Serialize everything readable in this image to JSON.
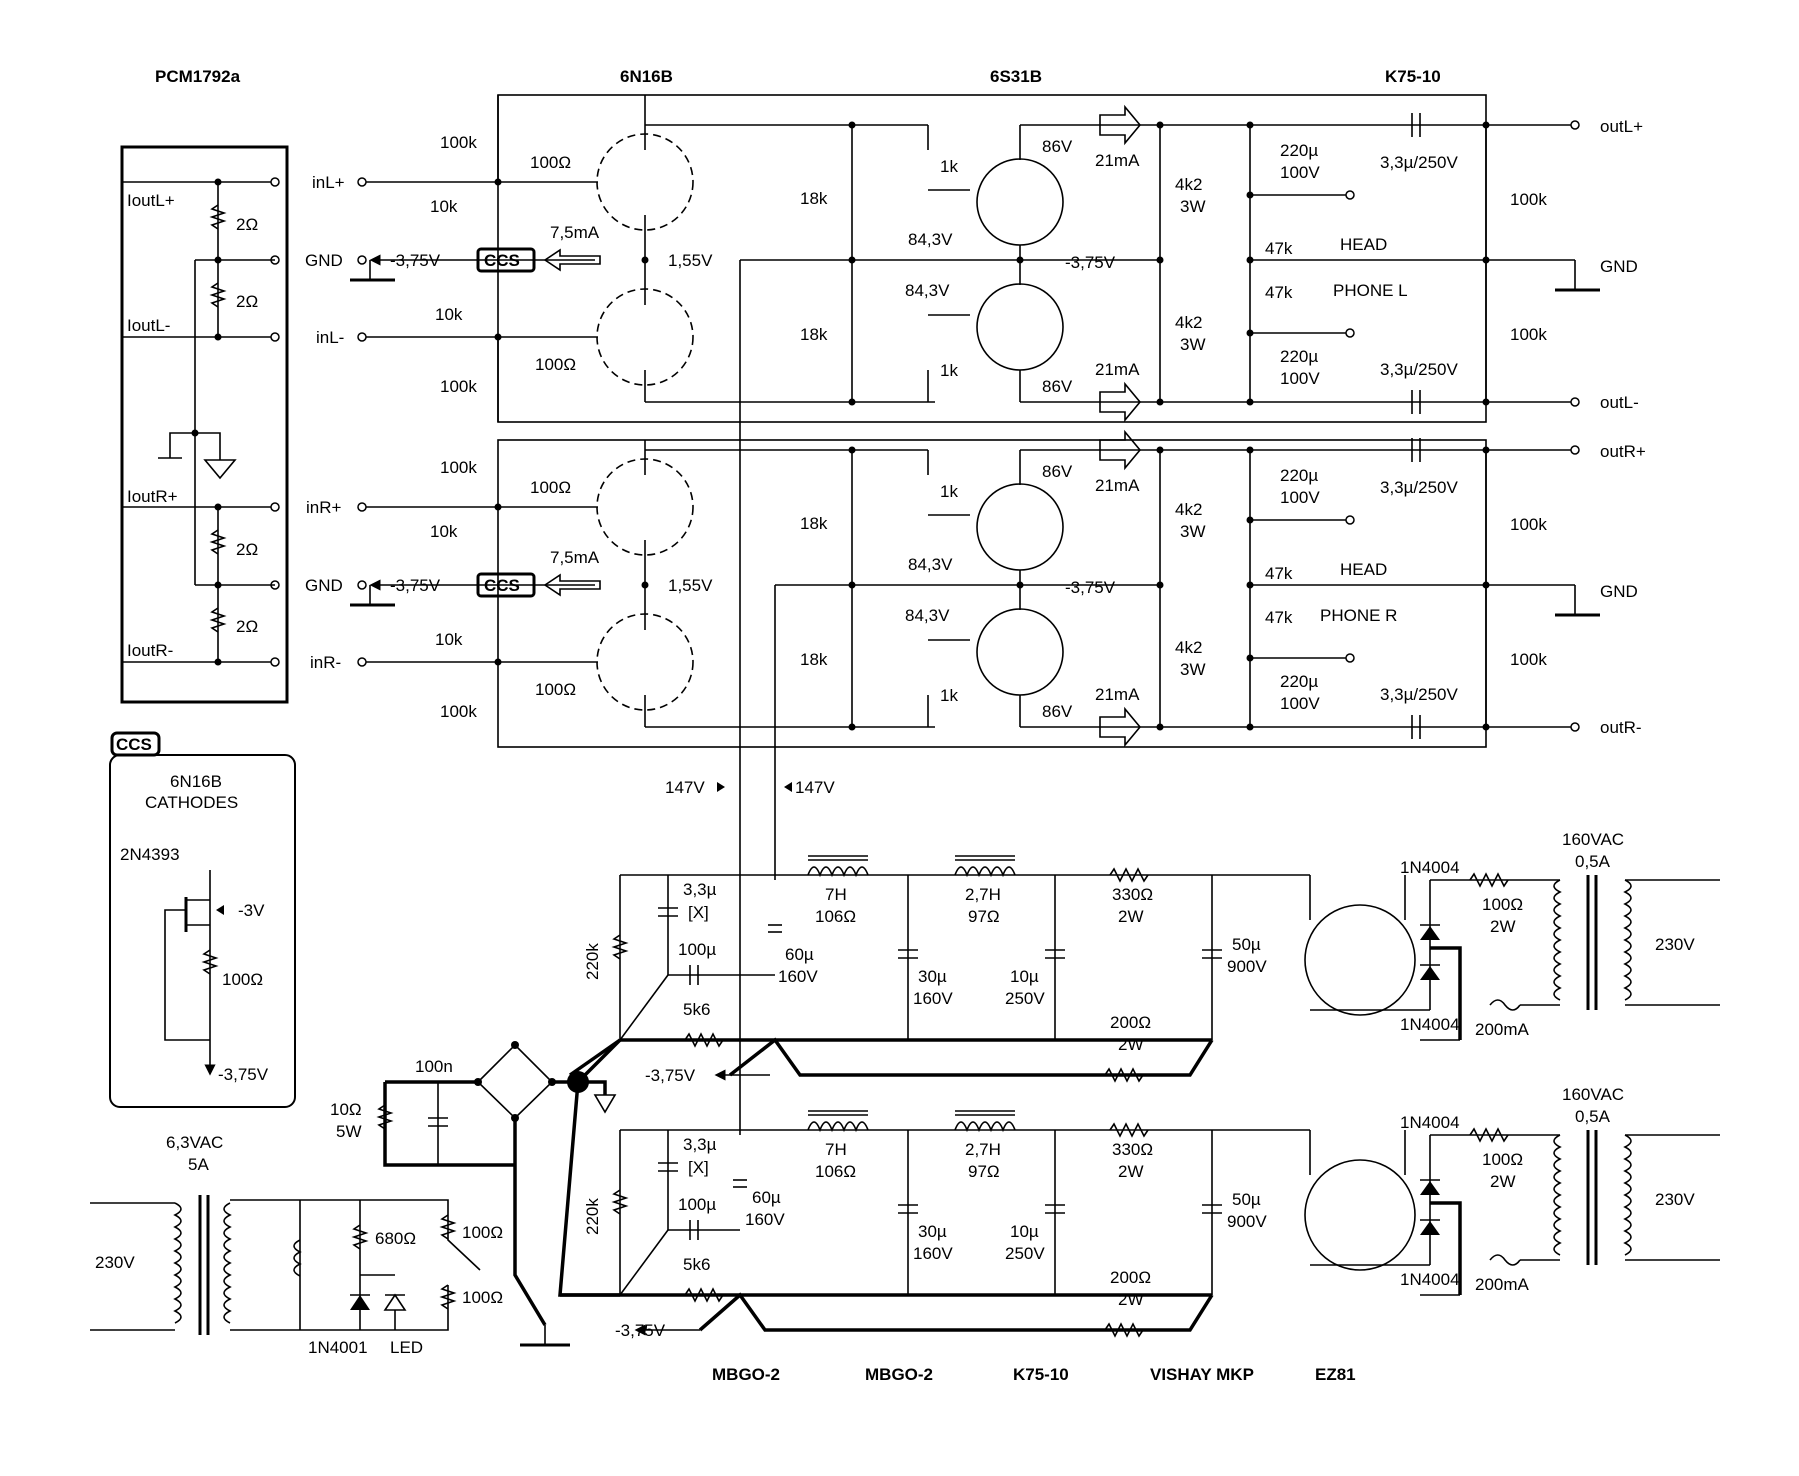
{
  "headers": {
    "dac": "PCM1792a",
    "input_tube": "6N16B",
    "output_tube": "6S31B",
    "output_cap": "K75-10",
    "footer_choke1": "MBGO-2",
    "footer_choke2": "MBGO-2",
    "footer_cap": "K75-10",
    "footer_film": "VISHAY MKP",
    "footer_rect": "EZ81"
  },
  "dac_box": {
    "ioutL_plus": "IoutL+",
    "ioutL_minus": "IoutL-",
    "ioutR_plus": "IoutR+",
    "ioutR_minus": "IoutR-",
    "r1": "2Ω",
    "r2": "2Ω",
    "r3": "2Ω",
    "r4": "2Ω"
  },
  "ccs_box": {
    "tag": "CCS",
    "title1": "6N16B",
    "title2": "CATHODES",
    "jfet": "2N4393",
    "gate_v": "-3V",
    "res": "100Ω",
    "out_v": "-3,75V"
  },
  "channels": [
    {
      "in_plus": "inL+",
      "in_minus": "inL-",
      "gnd": "GND",
      "neg_v": "-3,75V",
      "ccs": "CCS",
      "ccs_current": "7,5mA",
      "cath_v": "1,55V",
      "r_grid_top": "100k",
      "r_grid_bot": "100k",
      "r_ser_top": "10k",
      "r_ser_bot": "10k",
      "r_stop_top": "100Ω",
      "r_stop_bot": "100Ω",
      "r_anode_top": "18k",
      "r_anode_bot": "18k",
      "r_g2_top": "1k",
      "r_g2_bot": "1k",
      "g2_v_top": "84,3V",
      "g2_v_bot": "84,3V",
      "plate_v_top": "86V",
      "plate_v_bot": "86V",
      "i_top": "21mA",
      "i_bot": "21mA",
      "neg_v2": "-3,75V",
      "r_load_top": "4k2",
      "r_load_top_w": "3W",
      "r_load_bot": "4k2",
      "r_load_bot_w": "3W",
      "c_el_top": "220µ",
      "c_el_top_v": "100V",
      "c_el_bot": "220µ",
      "c_el_bot_v": "100V",
      "r_head_top": "47k",
      "r_head_bot": "47k",
      "head": "HEAD",
      "phone": "PHONE L",
      "c_out_top": "3,3µ/250V",
      "c_out_bot": "3,3µ/250V",
      "r_out_top": "100k",
      "r_out_bot": "100k",
      "out_plus": "outL+",
      "out_minus": "outL-",
      "gnd_out": "GND"
    },
    {
      "in_plus": "inR+",
      "in_minus": "inR-",
      "gnd": "GND",
      "neg_v": "-3,75V",
      "ccs": "CCS",
      "ccs_current": "7,5mA",
      "cath_v": "1,55V",
      "r_grid_top": "100k",
      "r_grid_bot": "100k",
      "r_ser_top": "10k",
      "r_ser_bot": "10k",
      "r_stop_top": "100Ω",
      "r_stop_bot": "100Ω",
      "r_anode_top": "18k",
      "r_anode_bot": "18k",
      "r_g2_top": "1k",
      "r_g2_bot": "1k",
      "g2_v_top": "84,3V",
      "g2_v_bot": "84,3V",
      "plate_v_top": "86V",
      "plate_v_bot": "86V",
      "i_top": "21mA",
      "i_bot": "21mA",
      "neg_v2": "-3,75V",
      "r_load_top": "4k2",
      "r_load_top_w": "3W",
      "r_load_bot": "4k2",
      "r_load_bot_w": "3W",
      "c_el_top": "220µ",
      "c_el_top_v": "100V",
      "c_el_bot": "220µ",
      "c_el_bot_v": "100V",
      "r_head_top": "47k",
      "r_head_bot": "47k",
      "head": "HEAD",
      "phone": "PHONE R",
      "c_out_top": "3,3µ/250V",
      "c_out_bot": "3,3µ/250V",
      "r_out_top": "100k",
      "r_out_bot": "100k",
      "out_plus": "outR+",
      "out_minus": "outR-",
      "gnd_out": "GND"
    }
  ],
  "b_plus": {
    "left": "147V",
    "right": "147V"
  },
  "psus": [
    {
      "r_bleed": "220k",
      "c_x": "3,3µ",
      "c_x_type": "[X]",
      "c_100u": "100µ",
      "r_5k6": "5k6",
      "c_60u": "60µ",
      "c_60u_v": "160V",
      "l1": "7H",
      "l1_r": "106Ω",
      "l2": "2,7H",
      "l2_r": "97Ω",
      "c_30u": "30µ",
      "c_30u_v": "160V",
      "c_10u": "10µ",
      "c_10u_v": "250V",
      "r_330": "330Ω",
      "r_330_w": "2W",
      "c_50u": "50µ",
      "c_50u_v": "900V",
      "r_200": "200Ω",
      "r_200_w": "2W",
      "d_top": "1N4004",
      "d_bot": "1N4004",
      "r_100": "100Ω",
      "r_100_w": "2W",
      "fuse": "200mA",
      "tx_sec": "160VAC",
      "tx_sec_i": "0,5A",
      "tx_pri": "230V",
      "neg_v": "-3,75V"
    },
    {
      "r_bleed": "220k",
      "c_x": "3,3µ",
      "c_x_type": "[X]",
      "c_100u": "100µ",
      "r_5k6": "5k6",
      "c_60u": "60µ",
      "c_60u_v": "160V",
      "l1": "7H",
      "l1_r": "106Ω",
      "l2": "2,7H",
      "l2_r": "97Ω",
      "c_30u": "30µ",
      "c_30u_v": "160V",
      "c_10u": "10µ",
      "c_10u_v": "250V",
      "r_330": "330Ω",
      "r_330_w": "2W",
      "c_50u": "50µ",
      "c_50u_v": "900V",
      "r_200": "200Ω",
      "r_200_w": "2W",
      "d_top": "1N4004",
      "d_bot": "1N4004",
      "r_100": "100Ω",
      "r_100_w": "2W",
      "fuse": "200mA",
      "tx_sec": "160VAC",
      "tx_sec_i": "0,5A",
      "tx_pri": "230V",
      "neg_v": "-3,75V"
    }
  ],
  "bias": {
    "cap": "100n",
    "r_load": "10Ω",
    "r_load_w": "5W",
    "tx_sec": "6,3VAC",
    "tx_sec_i": "5A",
    "tx_pri": "230V",
    "r_680": "680Ω",
    "r_100a": "100Ω",
    "r_100b": "100Ω",
    "diode": "1N4001",
    "led": "LED"
  }
}
